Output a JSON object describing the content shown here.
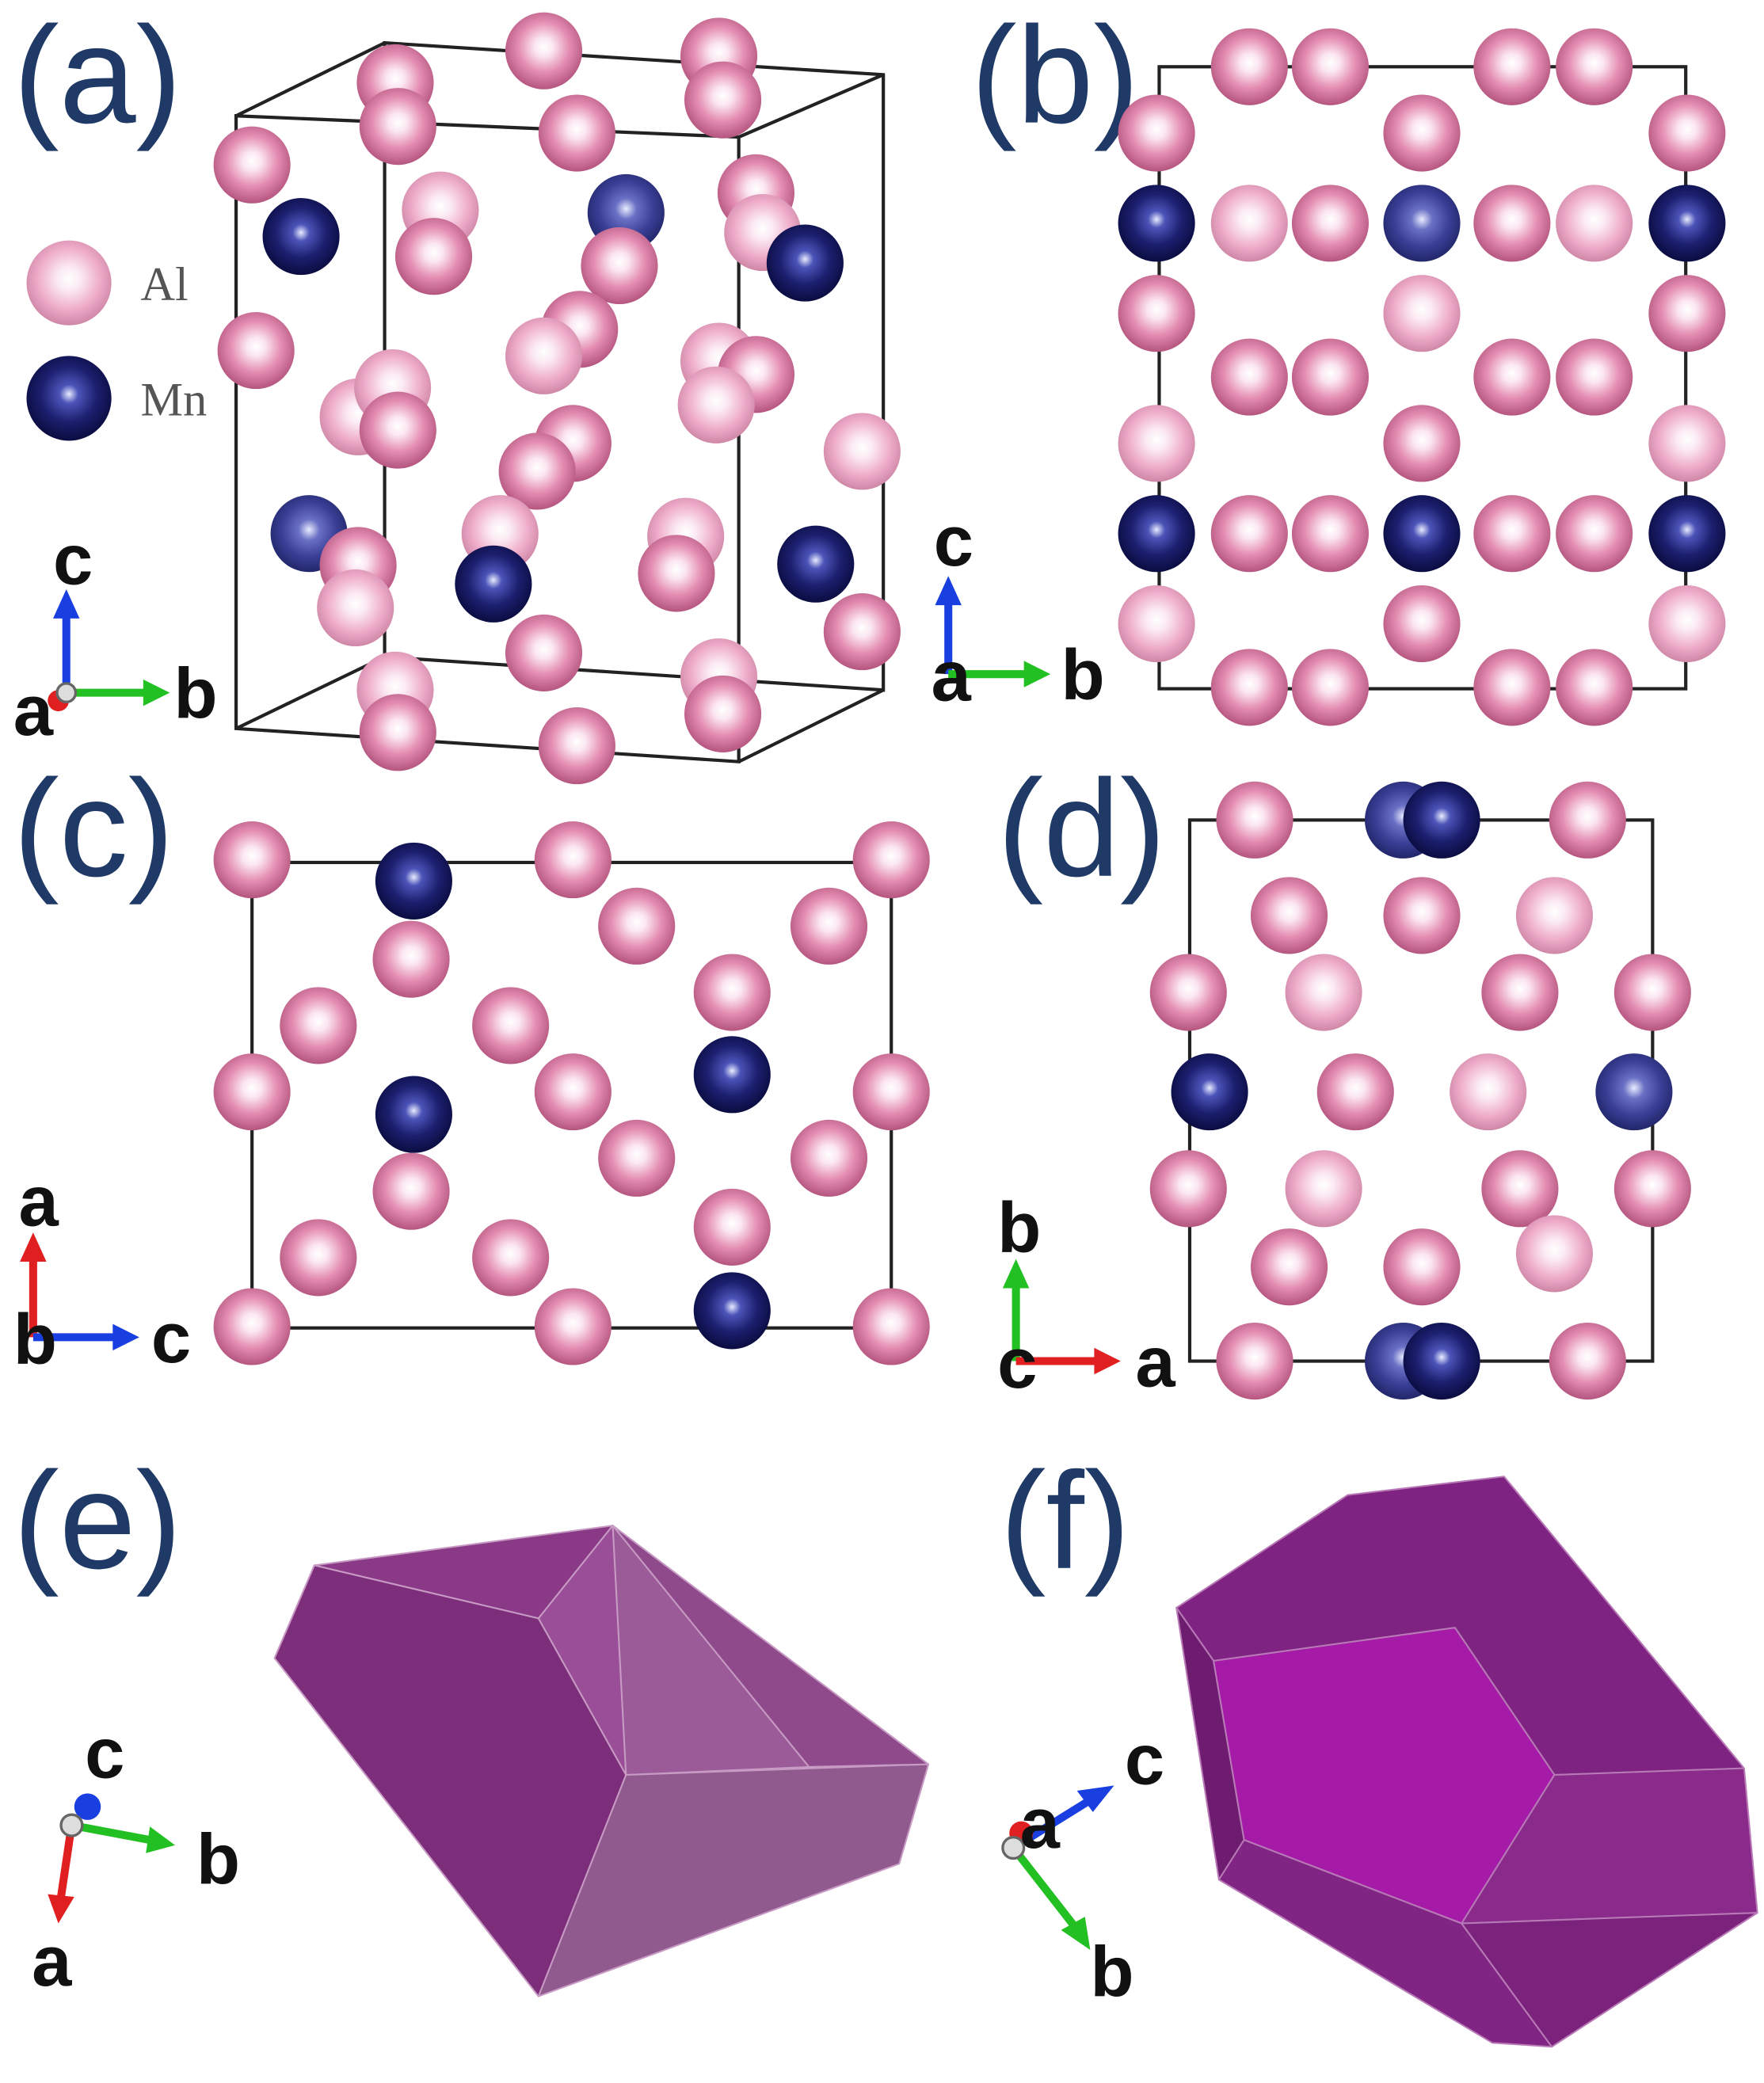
{
  "panels": {
    "a": {
      "label": "(a)"
    },
    "b": {
      "label": "(b)"
    },
    "c": {
      "label": "(c)"
    },
    "d": {
      "label": "(d)"
    },
    "e": {
      "label": "(e)"
    },
    "f": {
      "label": "(f)"
    }
  },
  "legend": {
    "al": {
      "label": "Al",
      "color": "#e58fb4"
    },
    "mn": {
      "label": "Mn",
      "color": "#1c1f6e"
    }
  },
  "axes": {
    "a": {
      "a": "a",
      "b": "b",
      "c": "c"
    },
    "b": {
      "a": "a",
      "b": "b",
      "c": "c"
    },
    "c": {
      "a": "a",
      "b": "b",
      "c": "c"
    },
    "d": {
      "a": "a",
      "b": "b",
      "c": "c"
    },
    "e": {
      "a": "a",
      "b": "b",
      "c": "c"
    },
    "f": {
      "a": "a",
      "b": "b",
      "c": "c"
    }
  },
  "axis_colors": {
    "a": "#e02020",
    "b": "#22c022",
    "c": "#1a3fe0"
  },
  "polyhedron_color": "#8e2f8a"
}
